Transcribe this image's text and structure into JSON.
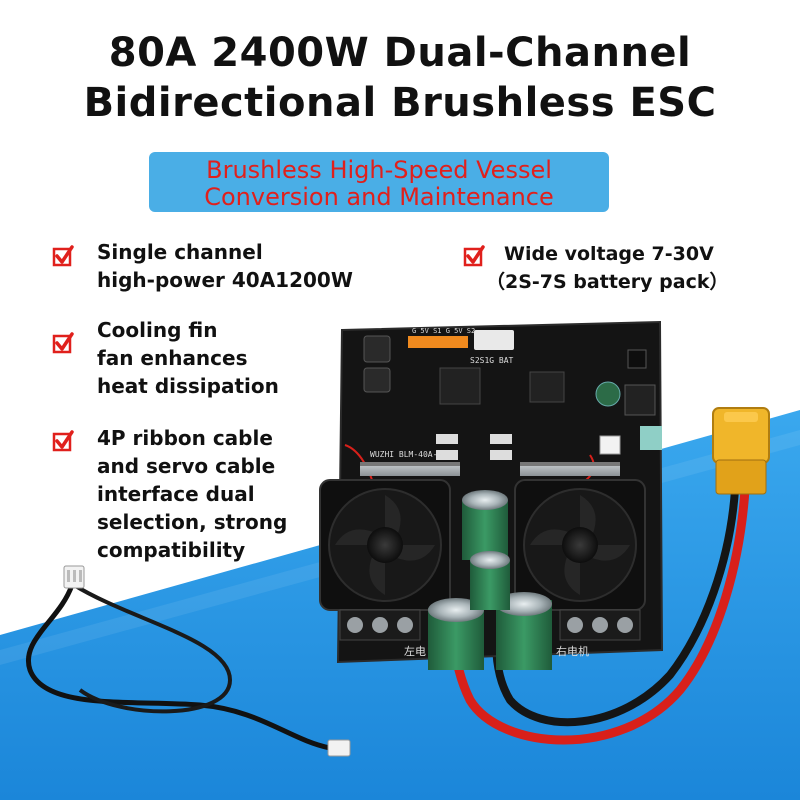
{
  "title": {
    "line1": "80A 2400W Dual-Channel",
    "line2": "Bidirectional Brushless ESC"
  },
  "banner": {
    "line1": "Brushless High-Speed Vessel",
    "line2": "Conversion and Maintenance"
  },
  "features": {
    "f1": {
      "line1": "Single channel",
      "line2": "high-power 40A1200W"
    },
    "f2": {
      "line1": "Wide voltage 7-30V",
      "line2": "（2S-7S battery pack）"
    },
    "f3": {
      "line1": "Cooling fin",
      "line2": "fan enhances",
      "line3": "heat dissipation"
    },
    "f4": {
      "line1": "4P ribbon cable",
      "line2": "and servo cable",
      "line3": "interface dual",
      "line4": "selection, strong",
      "line5": "compatibility"
    }
  },
  "board": {
    "header_label": "G 5V S1 G 5V S2",
    "port_label": "S2S1G BAT",
    "model_label": "WUZHI BLM-40A-V1",
    "brand_left": "左电",
    "brand_right": "右电机"
  },
  "colors": {
    "accent_blue": "#4aaee6",
    "background_blue": "#1e8fe0",
    "banner_text": "#e0201c",
    "check_red": "#e0201c"
  },
  "icons": {
    "checkbox": "checked-box-icon"
  }
}
